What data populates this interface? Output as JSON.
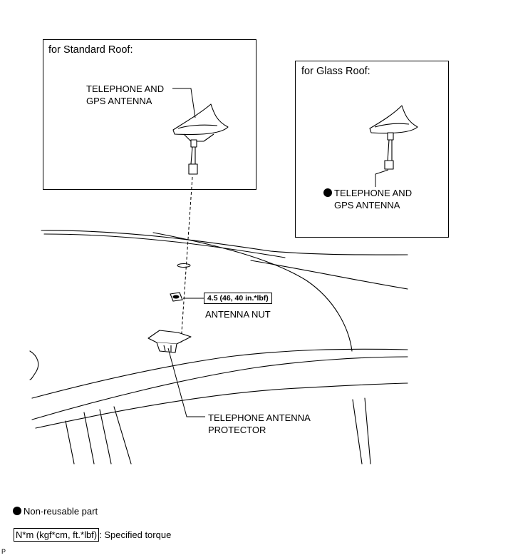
{
  "standard_roof": {
    "title": "for Standard Roof:",
    "antenna_label_line1": "TELEPHONE AND",
    "antenna_label_line2": "GPS ANTENNA"
  },
  "glass_roof": {
    "title": "for Glass Roof:",
    "antenna_label_line1": "TELEPHONE AND",
    "antenna_label_line2": "GPS ANTENNA"
  },
  "torque": {
    "value": "4.5 (46, 40 in.*lbf)"
  },
  "antenna_nut_label": "ANTENNA NUT",
  "protector": {
    "label_line1": "TELEPHONE ANTENNA",
    "label_line2": "PROTECTOR"
  },
  "legend": {
    "non_reusable": "Non-reusable part",
    "torque_units": "N*m (kgf*cm, ft.*lbf)",
    "torque_desc": ": Specified torque"
  },
  "corner_mark": "P"
}
